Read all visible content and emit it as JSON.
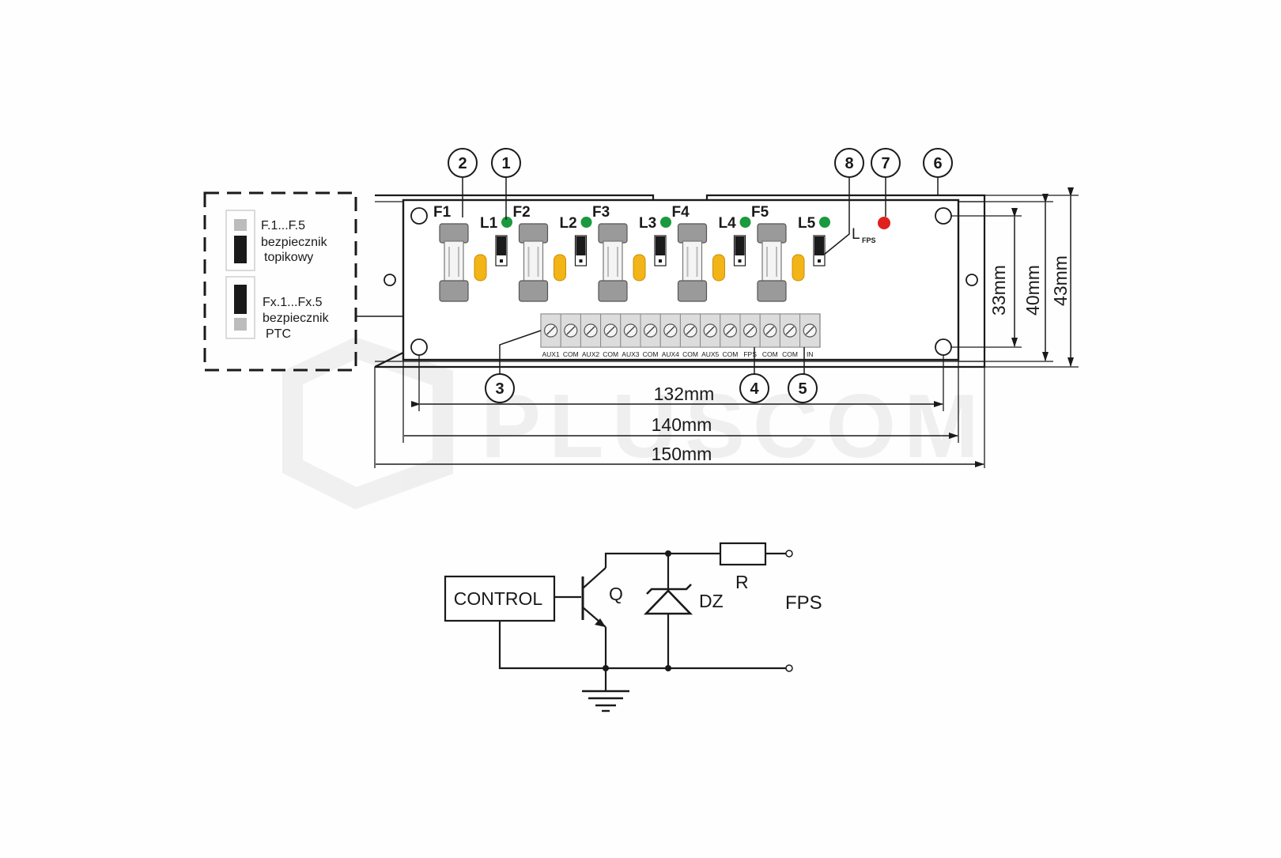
{
  "legend": {
    "fuse_label": "F.1...F.5",
    "fuse_desc_1": "bezpiecznik",
    "fuse_desc_2": "topikowy",
    "ptc_label": "Fx.1...Fx.5",
    "ptc_desc_1": "bezpiecznik",
    "ptc_desc_2": "PTC"
  },
  "callouts": [
    "1",
    "2",
    "3",
    "4",
    "5",
    "6",
    "7",
    "8"
  ],
  "fuses": [
    "F1",
    "F2",
    "F3",
    "F4",
    "F5"
  ],
  "leds": [
    "L1",
    "L2",
    "L3",
    "L4",
    "L5"
  ],
  "lfps": {
    "main": "L",
    "sub": "FPS"
  },
  "terminals": [
    "AUX1",
    "COM",
    "AUX2",
    "COM",
    "AUX3",
    "COM",
    "AUX4",
    "COM",
    "AUX5",
    "COM",
    "FPS",
    "COM",
    "COM",
    "IN"
  ],
  "dimensions": {
    "d132": "132mm",
    "d140": "140mm",
    "d150": "150mm",
    "d33": "33mm",
    "d40": "40mm",
    "d43": "43mm"
  },
  "schematic": {
    "control": "CONTROL",
    "q": "Q",
    "dz": "DZ",
    "r": "R",
    "fps": "FPS"
  },
  "watermark": "PLUSCOM",
  "colors": {
    "led_green": "#1a9a3e",
    "led_red": "#e0201e",
    "ptc_yellow": "#f2b417",
    "ink": "#1a1a1a"
  }
}
